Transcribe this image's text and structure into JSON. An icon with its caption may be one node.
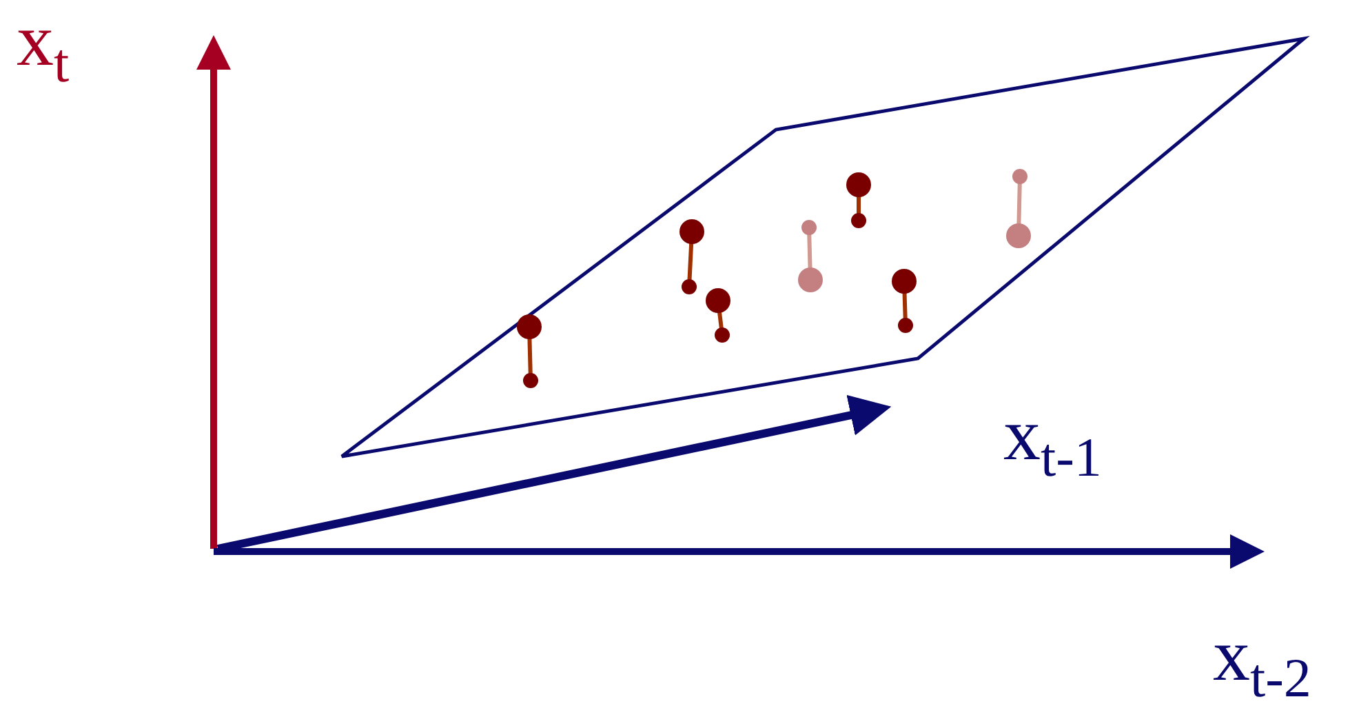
{
  "diagram": {
    "labels": [
      "x$_{t}$",
      "x$_{t-1}$",
      "x$_{t-2}$"
    ]
  }
}
